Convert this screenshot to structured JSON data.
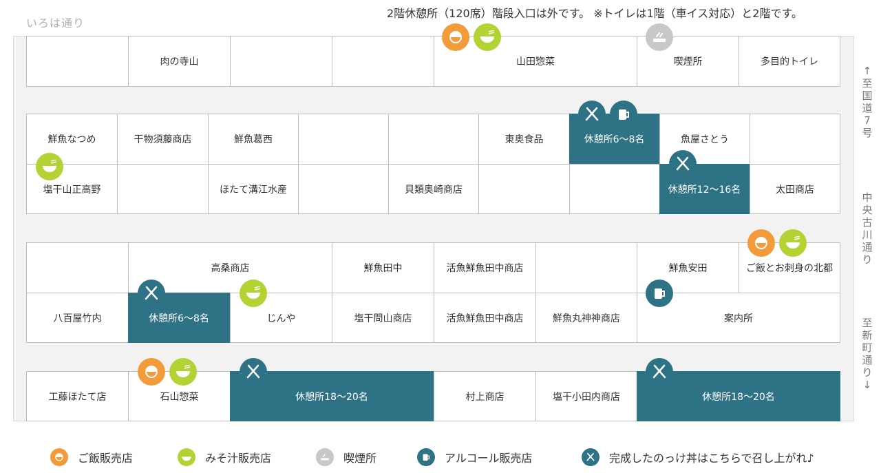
{
  "header": {
    "street_name": "いろは通り",
    "notice": "2階休憩所（120席）階段入口は外です。 ※トイレは1階（車イス対応）と2階です。"
  },
  "side_labels": {
    "top": "↑至国道7号",
    "middle": "中央古川通り",
    "bottom": "至新町通り↓"
  },
  "stalls": {
    "row1": [
      "",
      "肉の寺山",
      "",
      "",
      "山田惣菜",
      "喫煙所",
      "多目的トイレ"
    ],
    "row2a": [
      "鮮魚なつめ",
      "干物須藤商店",
      "鮮魚葛西",
      "",
      "",
      "東奥食品",
      "休憩所6〜8名",
      "魚屋さとう",
      ""
    ],
    "row2b": [
      "塩干山正高野",
      "",
      "ほたて溝江水産",
      "",
      "貝類奥崎商店",
      "",
      "",
      "休憩所12〜16名",
      "太田商店"
    ],
    "row3a": [
      "",
      "高桑商店",
      "鮮魚田中",
      "活魚鮮魚田中商店",
      "",
      "鮮魚安田",
      "ご飯とお刺身の北都"
    ],
    "row3b": [
      "八百屋竹内",
      "休憩所6〜8名",
      "じんや",
      "塩干問山商店",
      "活魚鮮魚田中商店",
      "鮮魚丸神神商店",
      "案内所"
    ],
    "row4": [
      "工藤ほたて店",
      "石山惣菜",
      "休憩所18〜20名",
      "村上商店",
      "塩干小田内商店",
      "休憩所18〜20名"
    ]
  },
  "legend": [
    {
      "icon": "rice-icon",
      "label": "ご飯販売店",
      "color": "#f29b3a"
    },
    {
      "icon": "soup-icon",
      "label": "みそ汁販売店",
      "color": "#b3d334"
    },
    {
      "icon": "smoking-icon",
      "label": "喫煙所",
      "color": "#c8c8c8"
    },
    {
      "icon": "beer-icon",
      "label": "アルコール販売店",
      "color": "#2e7286"
    },
    {
      "icon": "cutlery-icon",
      "label": "完成したのっけ丼はこちらで召し上がれ♪",
      "color": "#2e7286"
    }
  ],
  "colors": {
    "rest_area": "#2e7286",
    "rice": "#f29b3a",
    "soup": "#b3d334",
    "smoking": "#c8c8c8"
  }
}
